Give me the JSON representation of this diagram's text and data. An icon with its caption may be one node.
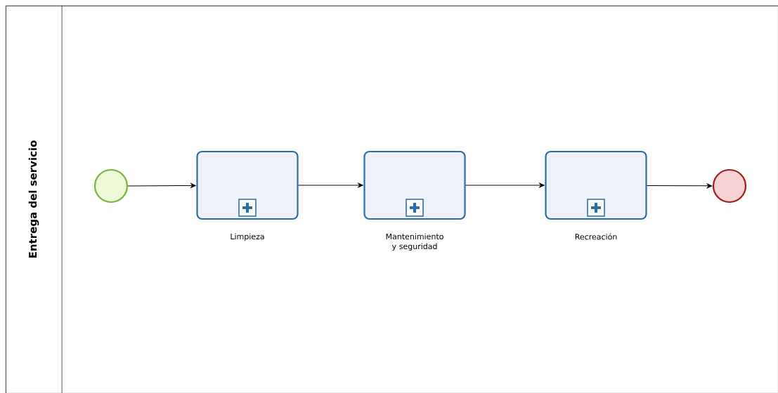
{
  "diagram": {
    "nodes": [
      {
        "text": [
          "Entrega del servicio"
        ]
      },
      {
        "text": [],
        "shape": "circle",
        "in": 0
      },
      {
        "text": [],
        "shape": "box",
        "beside": [
          "Limpieza"
        ],
        "in": 0
      },
      {
        "text": [],
        "shape": "box",
        "beside": [
          "Mantenimiento y seguridad"
        ],
        "in": 0
      },
      {
        "text": [],
        "shape": "box",
        "beside": [
          "Recreación"
        ],
        "in": 0
      },
      {
        "text": [],
        "shape": "circle",
        "in": 0
      }
    ],
    "edges": [
      {
        "from": 1,
        "to": 2,
        "arrow": "to"
      },
      {
        "from": 2,
        "to": 3,
        "arrow": "to"
      },
      {
        "from": 3,
        "to": 4,
        "arrow": "to"
      },
      {
        "from": 4,
        "to": 5,
        "arrow": "to"
      }
    ]
  }
}
